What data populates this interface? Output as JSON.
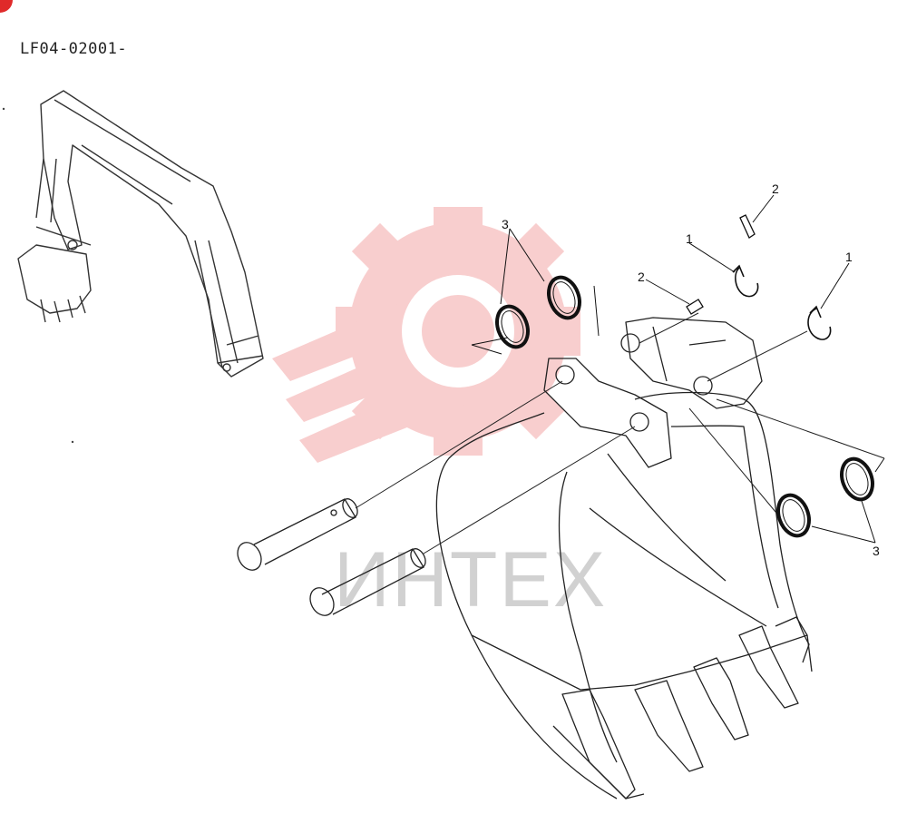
{
  "part_code": "LF04-02001-",
  "watermark": {
    "text": "ИНТЕХ",
    "gear_color": "#f7c6c6",
    "text_color": "#c9c9c9"
  },
  "badge_color": "#e02a2a",
  "callouts": {
    "pin_ring_left": "1",
    "pin_ring_right": "1",
    "spring_pin_top": "2",
    "spring_pin_left": "2",
    "seal_upper": "3",
    "seal_lower": "3"
  }
}
